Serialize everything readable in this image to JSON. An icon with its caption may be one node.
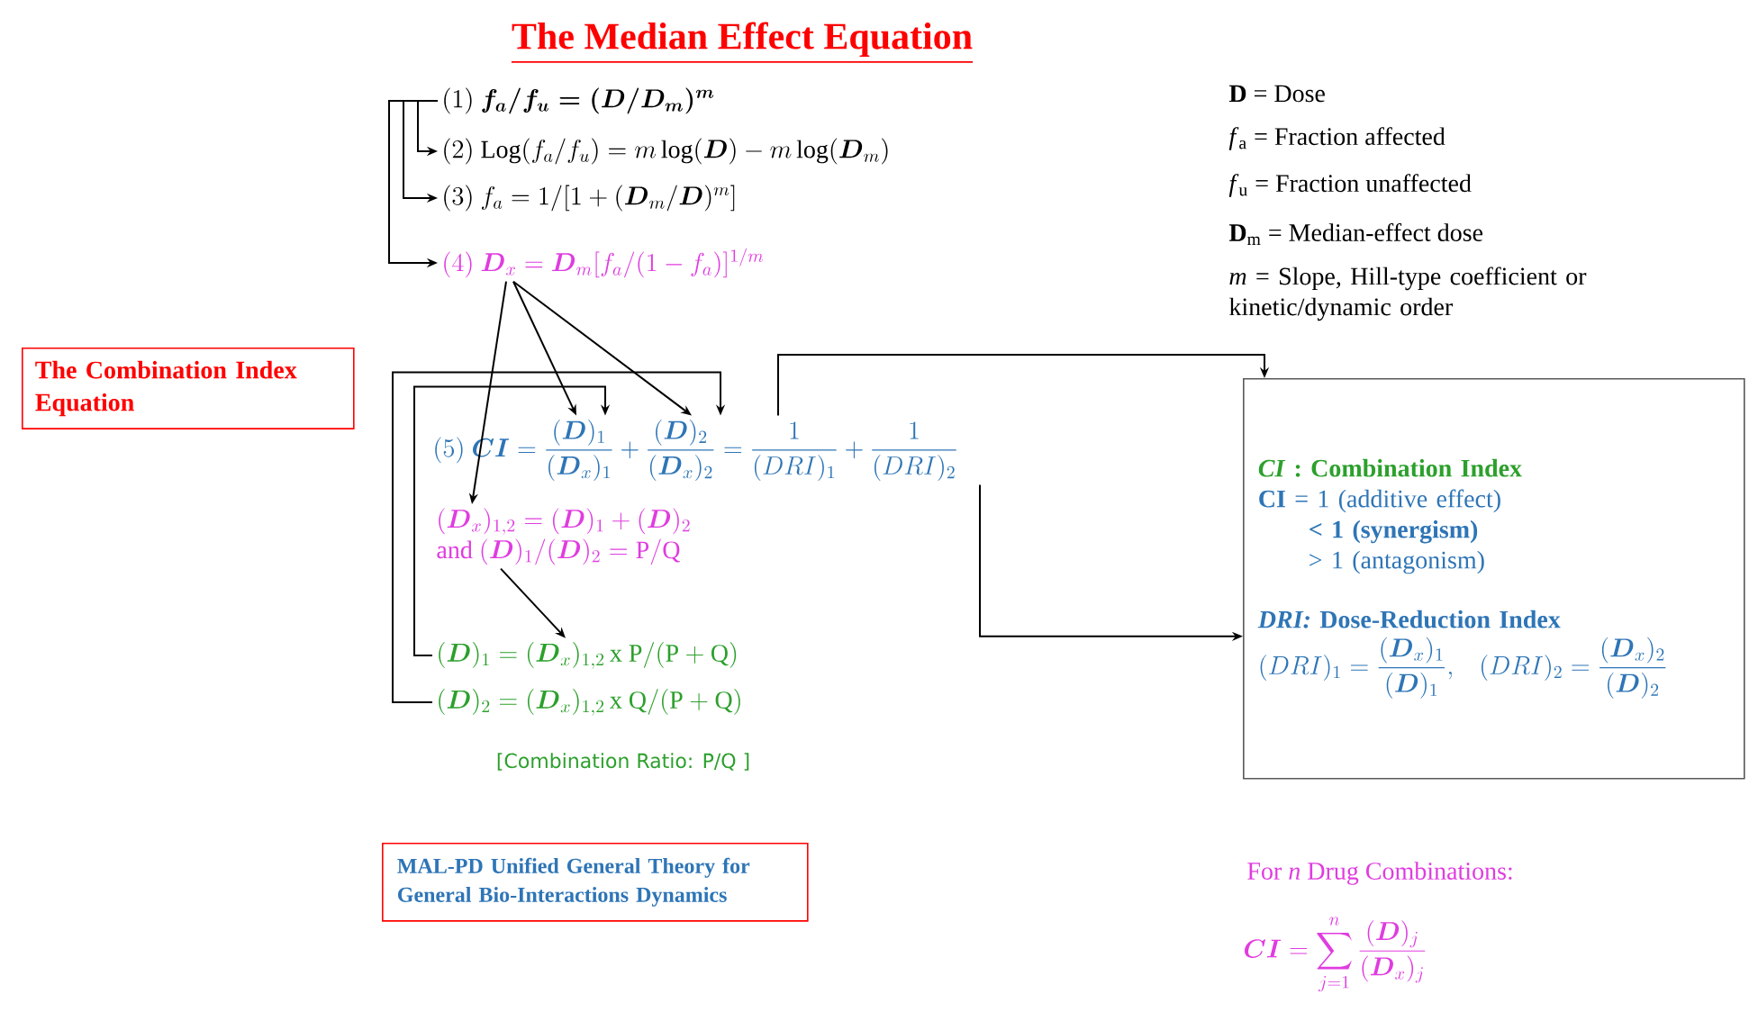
{
  "diagram": {
    "title": "The Median Effect Equation",
    "nodes": [
      {
        "text": [
          "(1)\\ \\boldsymbol{f_a/f_u = (D/D_m)^m}"
        ]
      },
      {
        "text": [
          "(2)\\ \\mathrm{Log}(f_a/f_u) = m\\log(\\boldsymbol{D}) - m\\log(\\boldsymbol{D}_m)"
        ]
      },
      {
        "text": [
          "(3)\\ f_a = 1/[1+(\\boldsymbol{D}_m/\\boldsymbol{D})^m]"
        ]
      },
      {
        "text": [
          "(4)\\ \\boldsymbol{D}_x = \\boldsymbol{D}_m[f_a/(1-f_a)]^{1/m}"
        ]
      },
      {
        "text": [
          "(5)\\ \\boldsymbol{CI} = \\dfrac{(\\boldsymbol{D})_1}{(\\boldsymbol{D}_x)_1} + \\dfrac{(\\boldsymbol{D})_2}{(\\boldsymbol{D}_x)_2} = \\dfrac{1}{(DRI)_1} + \\dfrac{1}{(DRI)_2}"
        ]
      },
      {
        "text": [
          "(\\boldsymbol{D}_x)_{1,2} = (\\boldsymbol{D})_1 + (\\boldsymbol{D})_2",
          "\\text{and } (\\boldsymbol{D})_1/(\\boldsymbol{D})_2 = \\mathrm{P/Q}"
        ]
      },
      {
        "text": [
          "(\\boldsymbol{D})_1 = (\\boldsymbol{D}_x)_{1,2}\\,\\mathrm{x\\ P/(P+Q)}"
        ]
      },
      {
        "text": [
          "(\\boldsymbol{D})_2 = (\\boldsymbol{D}_x)_{1,2}\\,\\mathrm{x\\ Q/(P+Q)}"
        ]
      },
      {
        "text": [
          "*CI* : Combination Index",
          "**CI** = 1 (additive effect)",
          "< 1 (synergism)",
          "> 1 (antagonism)",
          "*DRI:* Dose-Reduction Index",
          "(DRI)_1 = \\dfrac{(\\boldsymbol{D}_x)_1}{(\\boldsymbol{D})_1},",
          "(DRI)_2 = \\dfrac{(\\boldsymbol{D}_x)_2}{(\\boldsymbol{D})_2}"
        ]
      },
      {
        "text": [
          "The Combination Index Equation"
        ]
      },
      {
        "text": [
          "MAL-PD Unified General Theory for General Bio-Interactions Dynamics"
        ]
      }
    ],
    "edges": [
      {
        "from": 0,
        "to": 1,
        "arrow": "to"
      },
      {
        "from": 0,
        "to": 2,
        "arrow": "to"
      },
      {
        "from": 0,
        "to": 3,
        "arrow": "to"
      },
      {
        "from": 3,
        "to": 4,
        "arrow": "to"
      },
      {
        "from": 3,
        "to": 4,
        "arrow": "to"
      },
      {
        "from": 3,
        "to": 5,
        "arrow": "to"
      },
      {
        "from": 5,
        "to": 6,
        "arrow": "to"
      },
      {
        "from": 6,
        "to": 4,
        "arrow": "to"
      },
      {
        "from": 7,
        "to": 4,
        "arrow": "to"
      },
      {
        "from": 4,
        "to": 8,
        "arrow": "to"
      },
      {
        "from": 4,
        "to": 8,
        "arrow": "to"
      }
    ],
    "labels": [
      "**D** = Dose",
      "*f*$_{a}$ = Fraction affected",
      "*f*$_{u}$ = Fraction unaffected",
      "**D**$_{m}$ = Median-effect dose",
      "*m* = Slope, Hill-type coefficient or kinetic/dynamic order",
      "[Combination Ratio: P/Q ]",
      "For *n* Drug Combinations:",
      "\\boldsymbol{CI} = \\sum_{j=1}^{n} \\dfrac{(\\boldsymbol{D})_j}{(\\boldsymbol{D}_x)_j}"
    ]
  }
}
